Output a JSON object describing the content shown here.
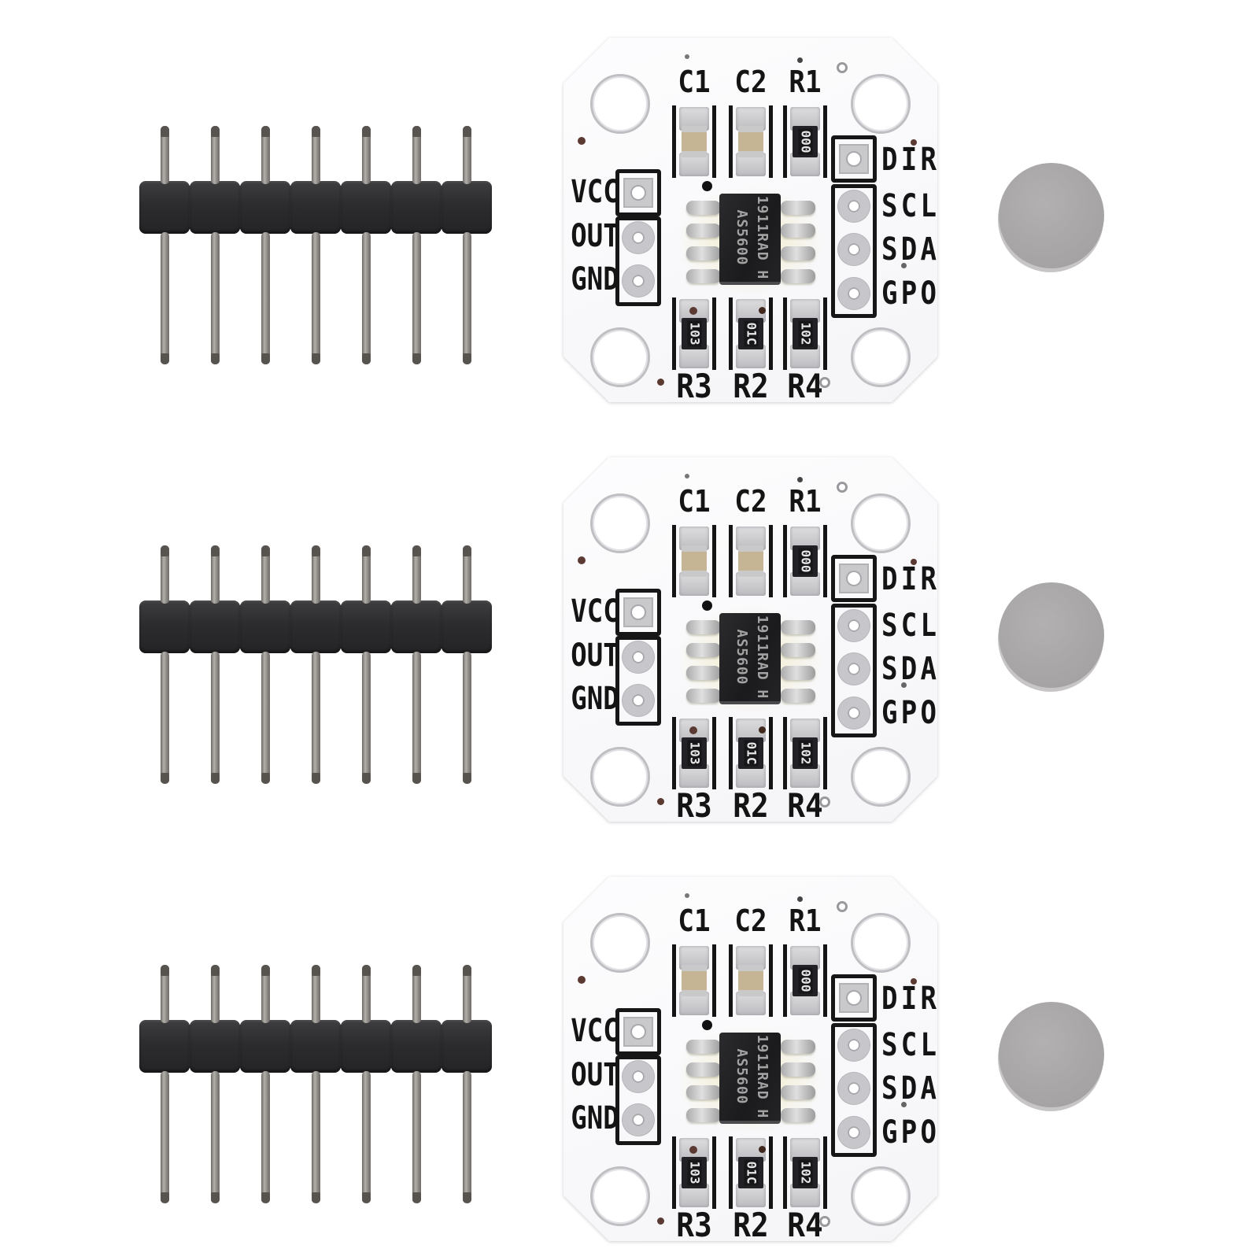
{
  "kit": {
    "sets": 3
  },
  "pin_header": {
    "pin_count": 7,
    "body_color": "#2c2c2e",
    "pin_color": "#8b8884"
  },
  "magnet": {
    "shape": "disc",
    "color": "#a7a5a6"
  },
  "board": {
    "name": "AS5600 magnetic encoder breakout",
    "silkscreen_color": "#141414",
    "board_color": "#fcfcfd",
    "left_labels": [
      "VCC",
      "OUT",
      "GND"
    ],
    "right_labels": [
      "DIR",
      "SCL",
      "SDA",
      "GPO"
    ],
    "top_labels": [
      "C1",
      "C2",
      "R1"
    ],
    "bottom_labels": [
      "R3",
      "R2",
      "R4"
    ],
    "top_component_codes": [
      "",
      "",
      "000"
    ],
    "bottom_component_codes": [
      "103",
      "01C",
      "102"
    ],
    "ic": {
      "marking_lines": [
        "AS5600",
        "1911RAD",
        "H"
      ]
    }
  }
}
